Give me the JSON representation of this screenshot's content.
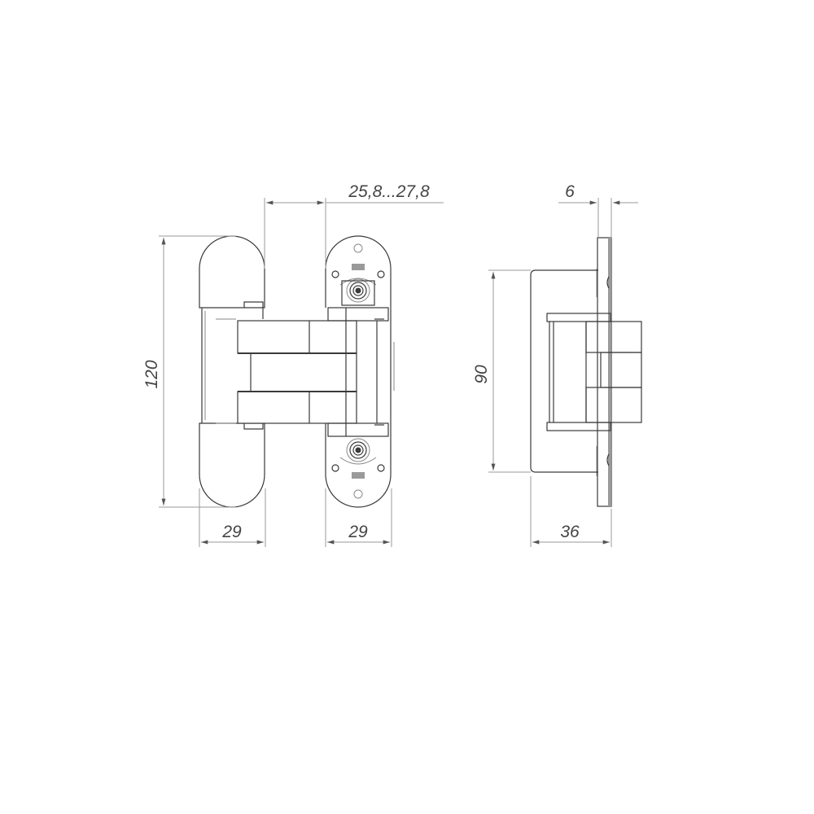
{
  "drawing": {
    "subject": "Concealed 3D adjustable door hinge",
    "views": [
      {
        "name": "front-view-left-leaf"
      },
      {
        "name": "front-view-right-leaf-with-adjusters"
      },
      {
        "name": "side-view"
      }
    ]
  },
  "dimensions": {
    "overall_height": "120",
    "left_leaf_width": "29",
    "right_leaf_width": "29",
    "gap_range": "25,8...27,8",
    "side_body_height": "90",
    "side_plate_thickness": "6",
    "side_depth": "36"
  },
  "colors": {
    "line": "#3a3a3a",
    "dimension_line": "#9a9a9a",
    "text": "#444444",
    "background": "#ffffff"
  }
}
